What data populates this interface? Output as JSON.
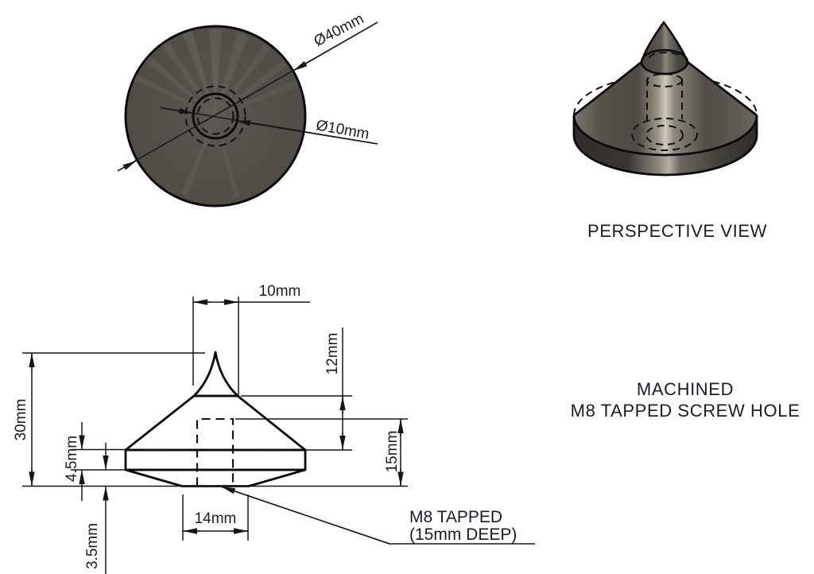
{
  "labels": {
    "top_view": {
      "outer_diameter": "Ø40mm",
      "inner_diameter": "Ø10mm"
    },
    "side_view": {
      "spike_width": "10mm",
      "total_height": "30mm",
      "cone_height": "12mm",
      "hole_depth": "15mm",
      "band_height": "4.5mm",
      "chamfer_height": "3.5mm",
      "flat_width": "14mm",
      "leader_line1": "M8 TAPPED",
      "leader_line2": "(15mm DEEP)"
    },
    "perspective": {
      "caption": "PERSPECTIVE VIEW"
    },
    "note": {
      "line1": "MACHINED",
      "line2": "M8 TAPPED SCREW HOLE"
    }
  },
  "colors": {
    "background": "#ffffff",
    "line": "#15151d",
    "outline": "#0b0b0f",
    "text": "#1b1b28",
    "part_dark": "#55514b",
    "part_mid": "#6e6960",
    "part_light": "#d8d4c4"
  }
}
